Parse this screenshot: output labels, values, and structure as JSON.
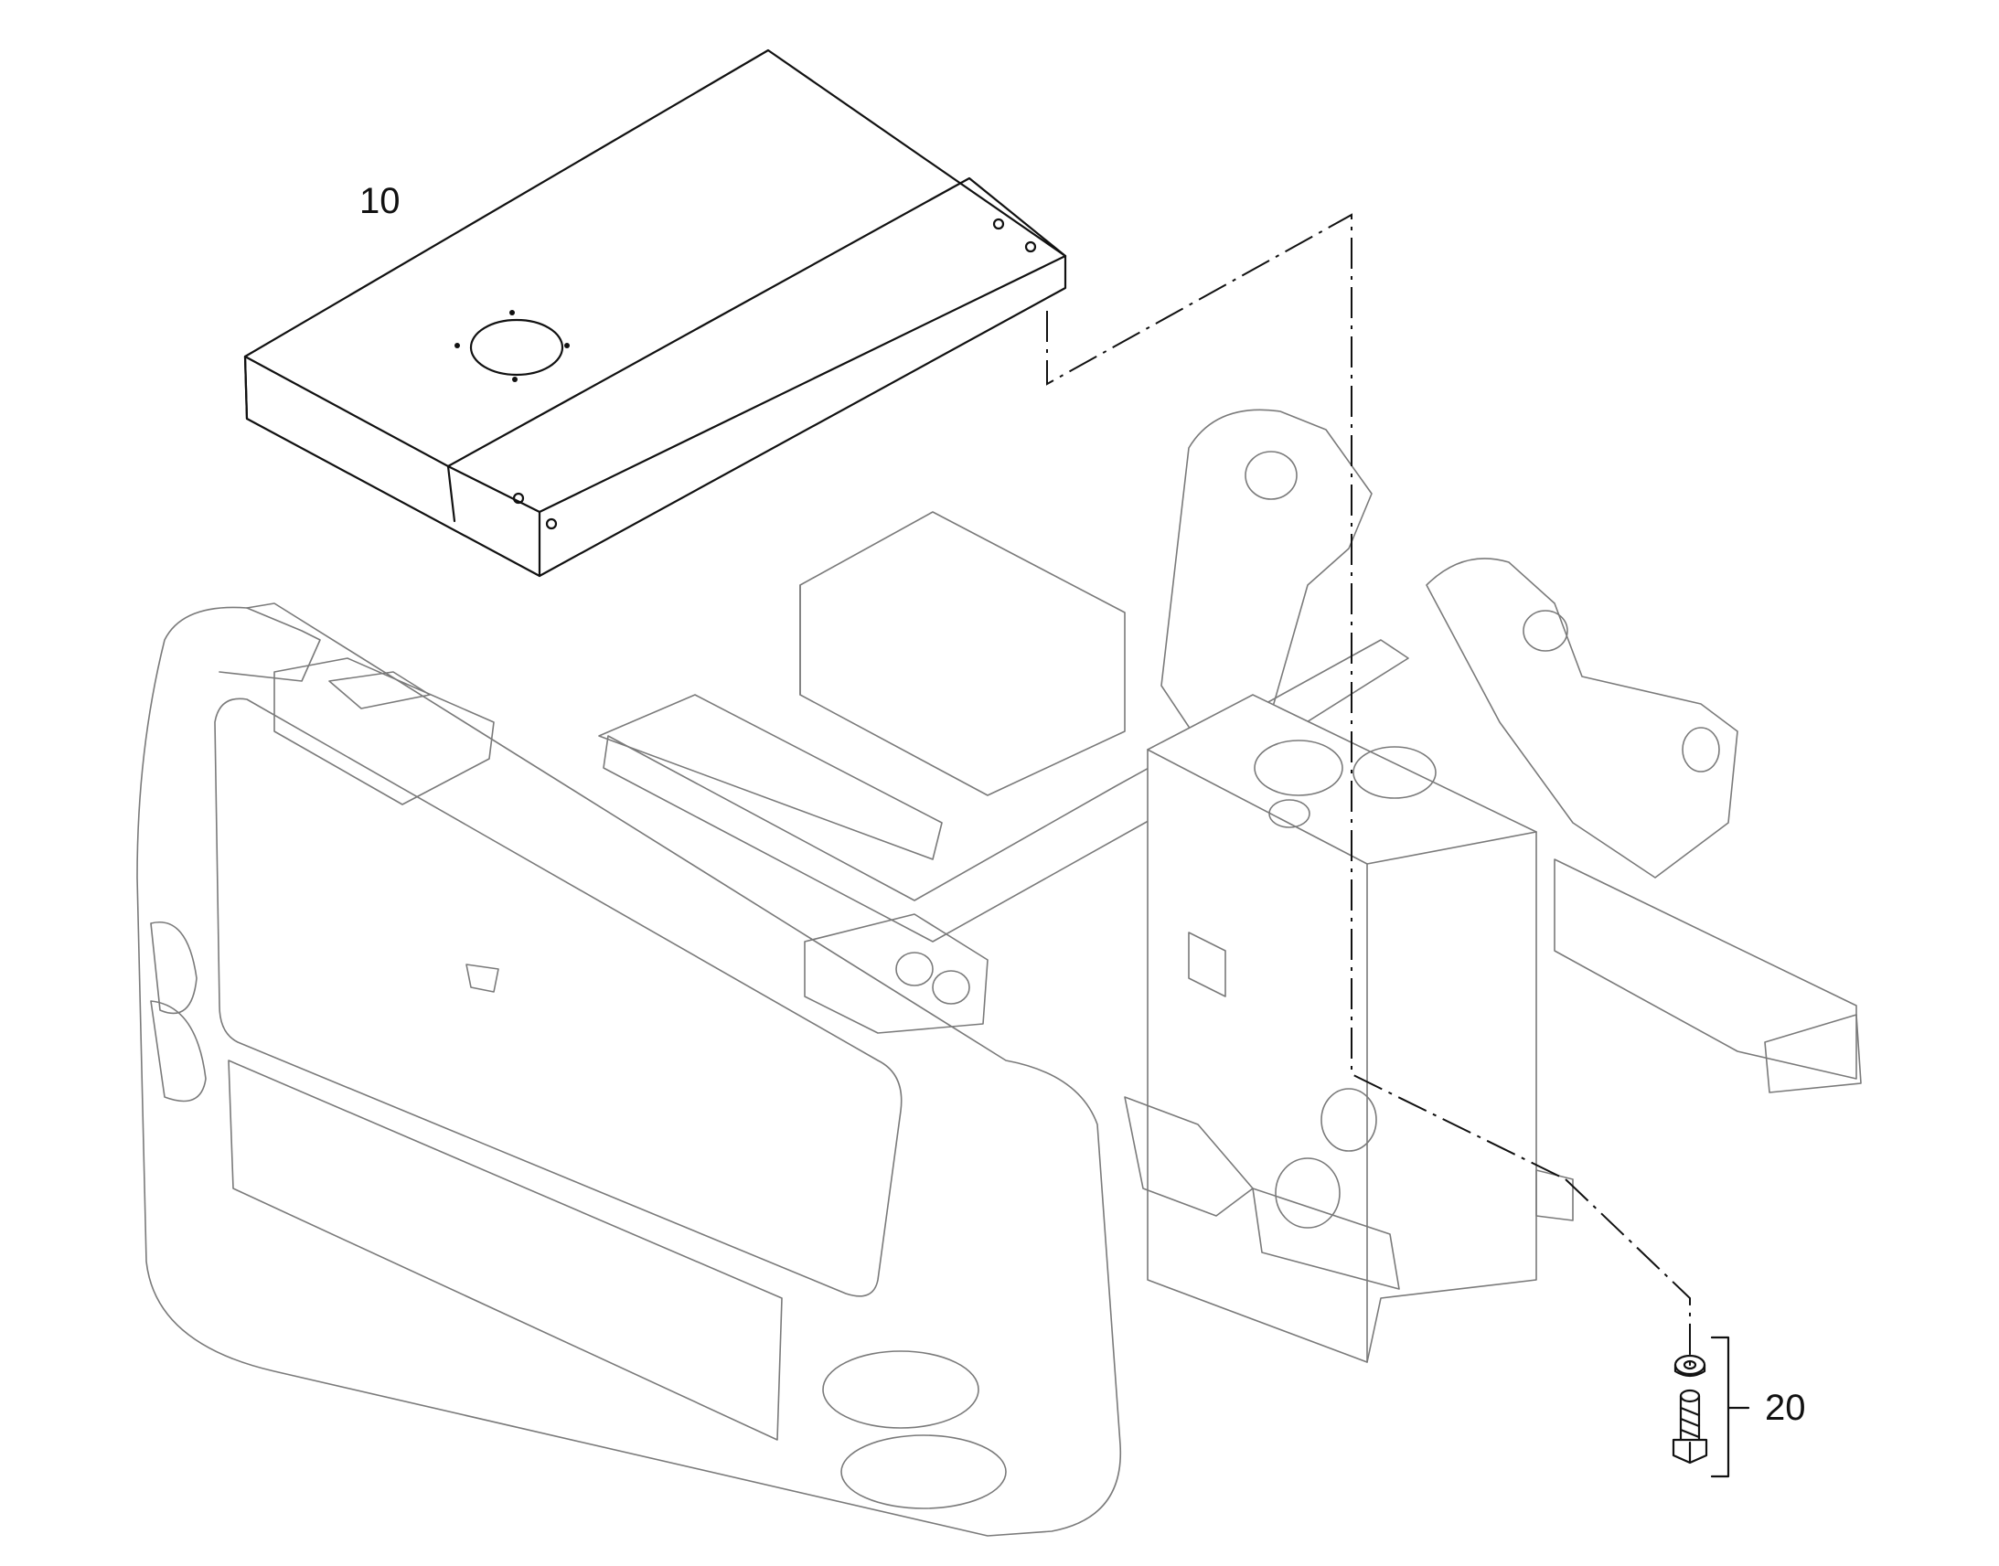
{
  "diagram": {
    "callouts": [
      {
        "id": "cover-callout",
        "text": "10"
      },
      {
        "id": "bolt-callout",
        "text": "20"
      }
    ],
    "colors": {
      "foreground": "#111111",
      "background_frame": "#7a7a7a",
      "background": "#ffffff"
    }
  }
}
